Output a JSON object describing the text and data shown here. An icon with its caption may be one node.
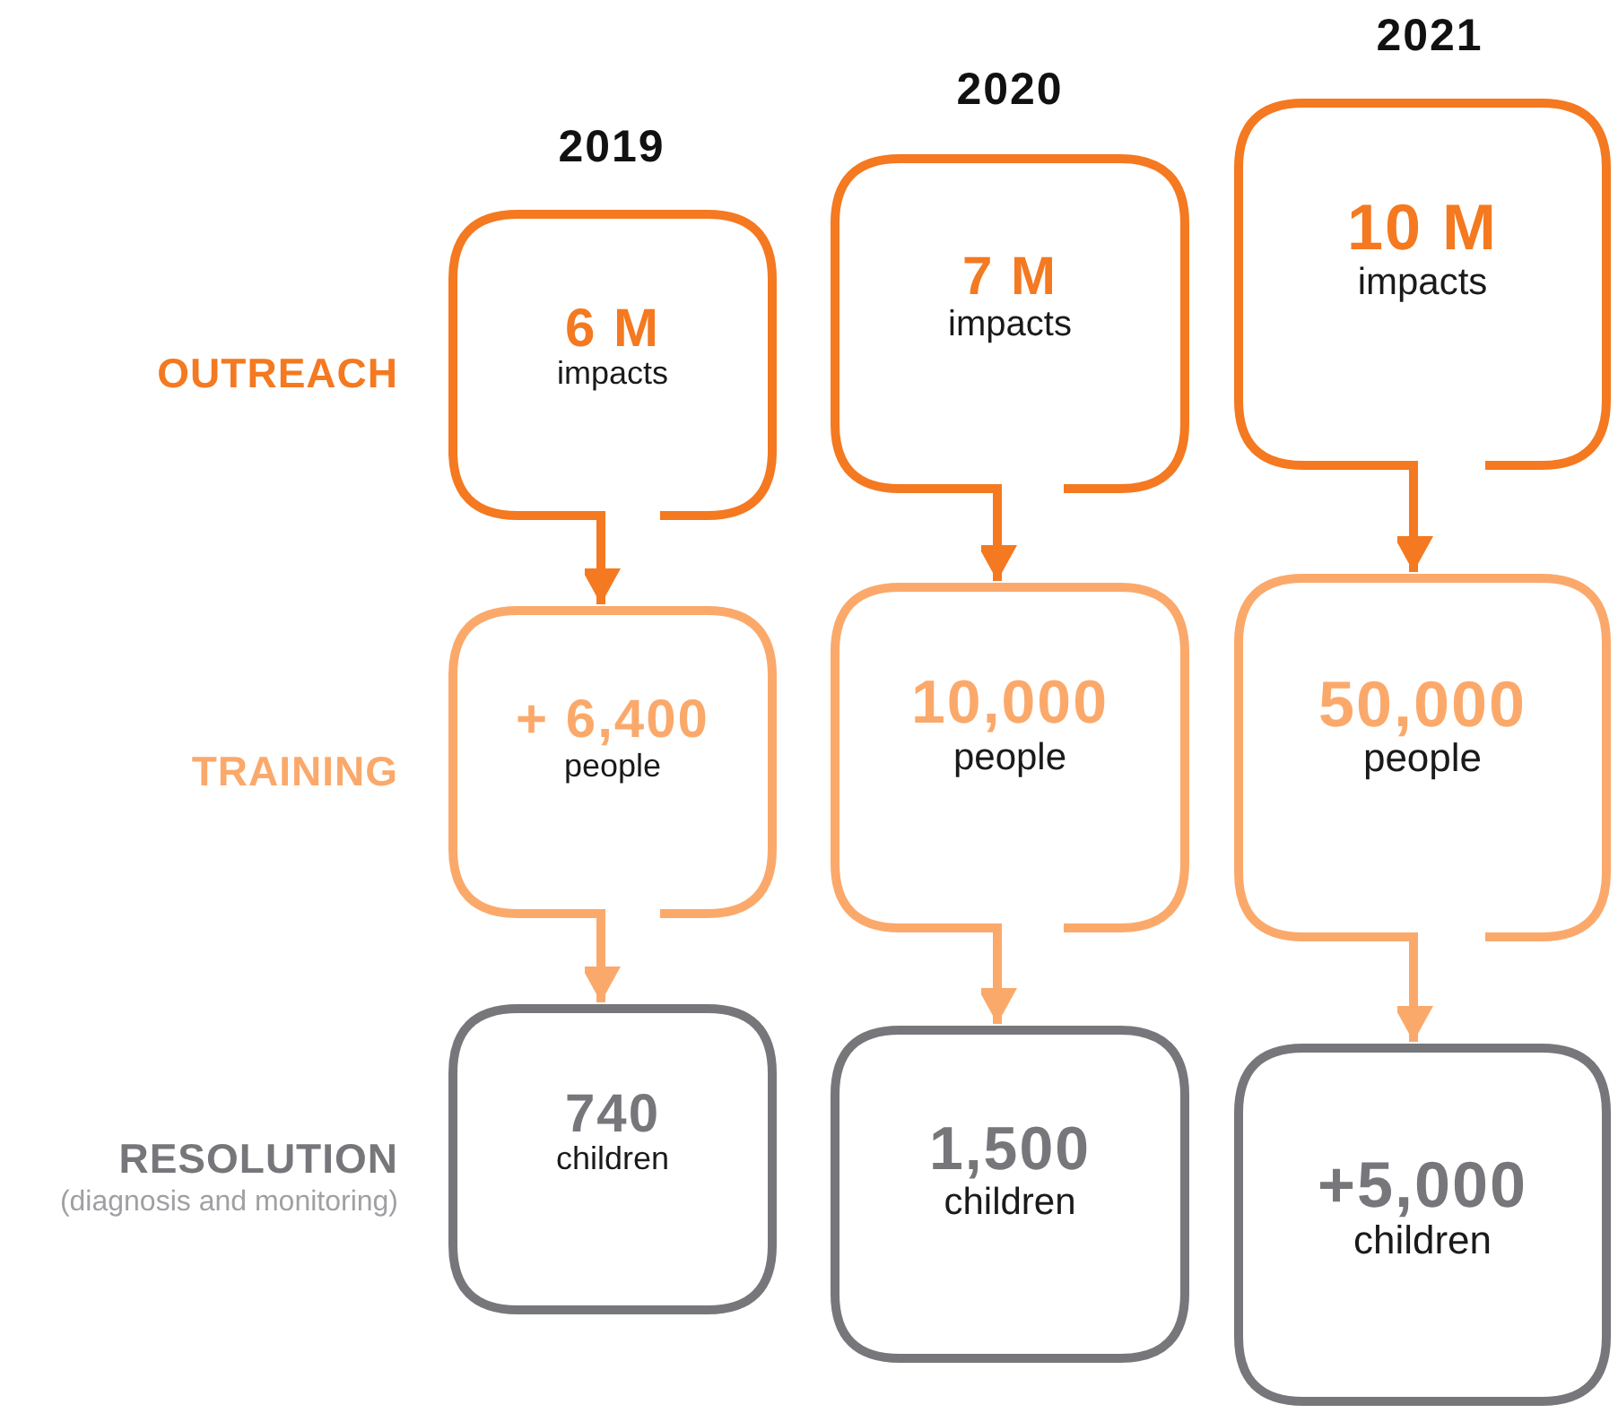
{
  "diagram": {
    "nodes": [
      {
        "text": [
          "6 M",
          "impacts"
        ]
      },
      {
        "text": [
          "7 M",
          "impacts"
        ]
      },
      {
        "text": [
          "10 M",
          "impacts"
        ]
      },
      {
        "text": [
          "+ 6,400",
          "people"
        ]
      },
      {
        "text": [
          "10,000",
          "people"
        ]
      },
      {
        "text": [
          "50,000",
          "people"
        ]
      },
      {
        "text": [
          "740",
          "children"
        ]
      },
      {
        "text": [
          "1,500",
          "children"
        ]
      },
      {
        "text": [
          "+5,000",
          "children"
        ]
      }
    ],
    "edges": [
      {
        "from": 0,
        "to": 3,
        "arrow": "to"
      },
      {
        "from": 1,
        "to": 4,
        "arrow": "to"
      },
      {
        "from": 2,
        "to": 5,
        "arrow": "to"
      },
      {
        "from": 3,
        "to": 6,
        "arrow": "to",
        "color": "#fba96b"
      },
      {
        "from": 4,
        "to": 7,
        "arrow": "to",
        "color": "#fba96b"
      },
      {
        "from": 5,
        "to": 8,
        "arrow": "to",
        "color": "#fba96b"
      }
    ],
    "labels": [
      "2021",
      "2020",
      "2019",
      "OUTREACH",
      "TRAINING",
      "RESOLUTION",
      "(diagnosis and monitoring)"
    ]
  }
}
